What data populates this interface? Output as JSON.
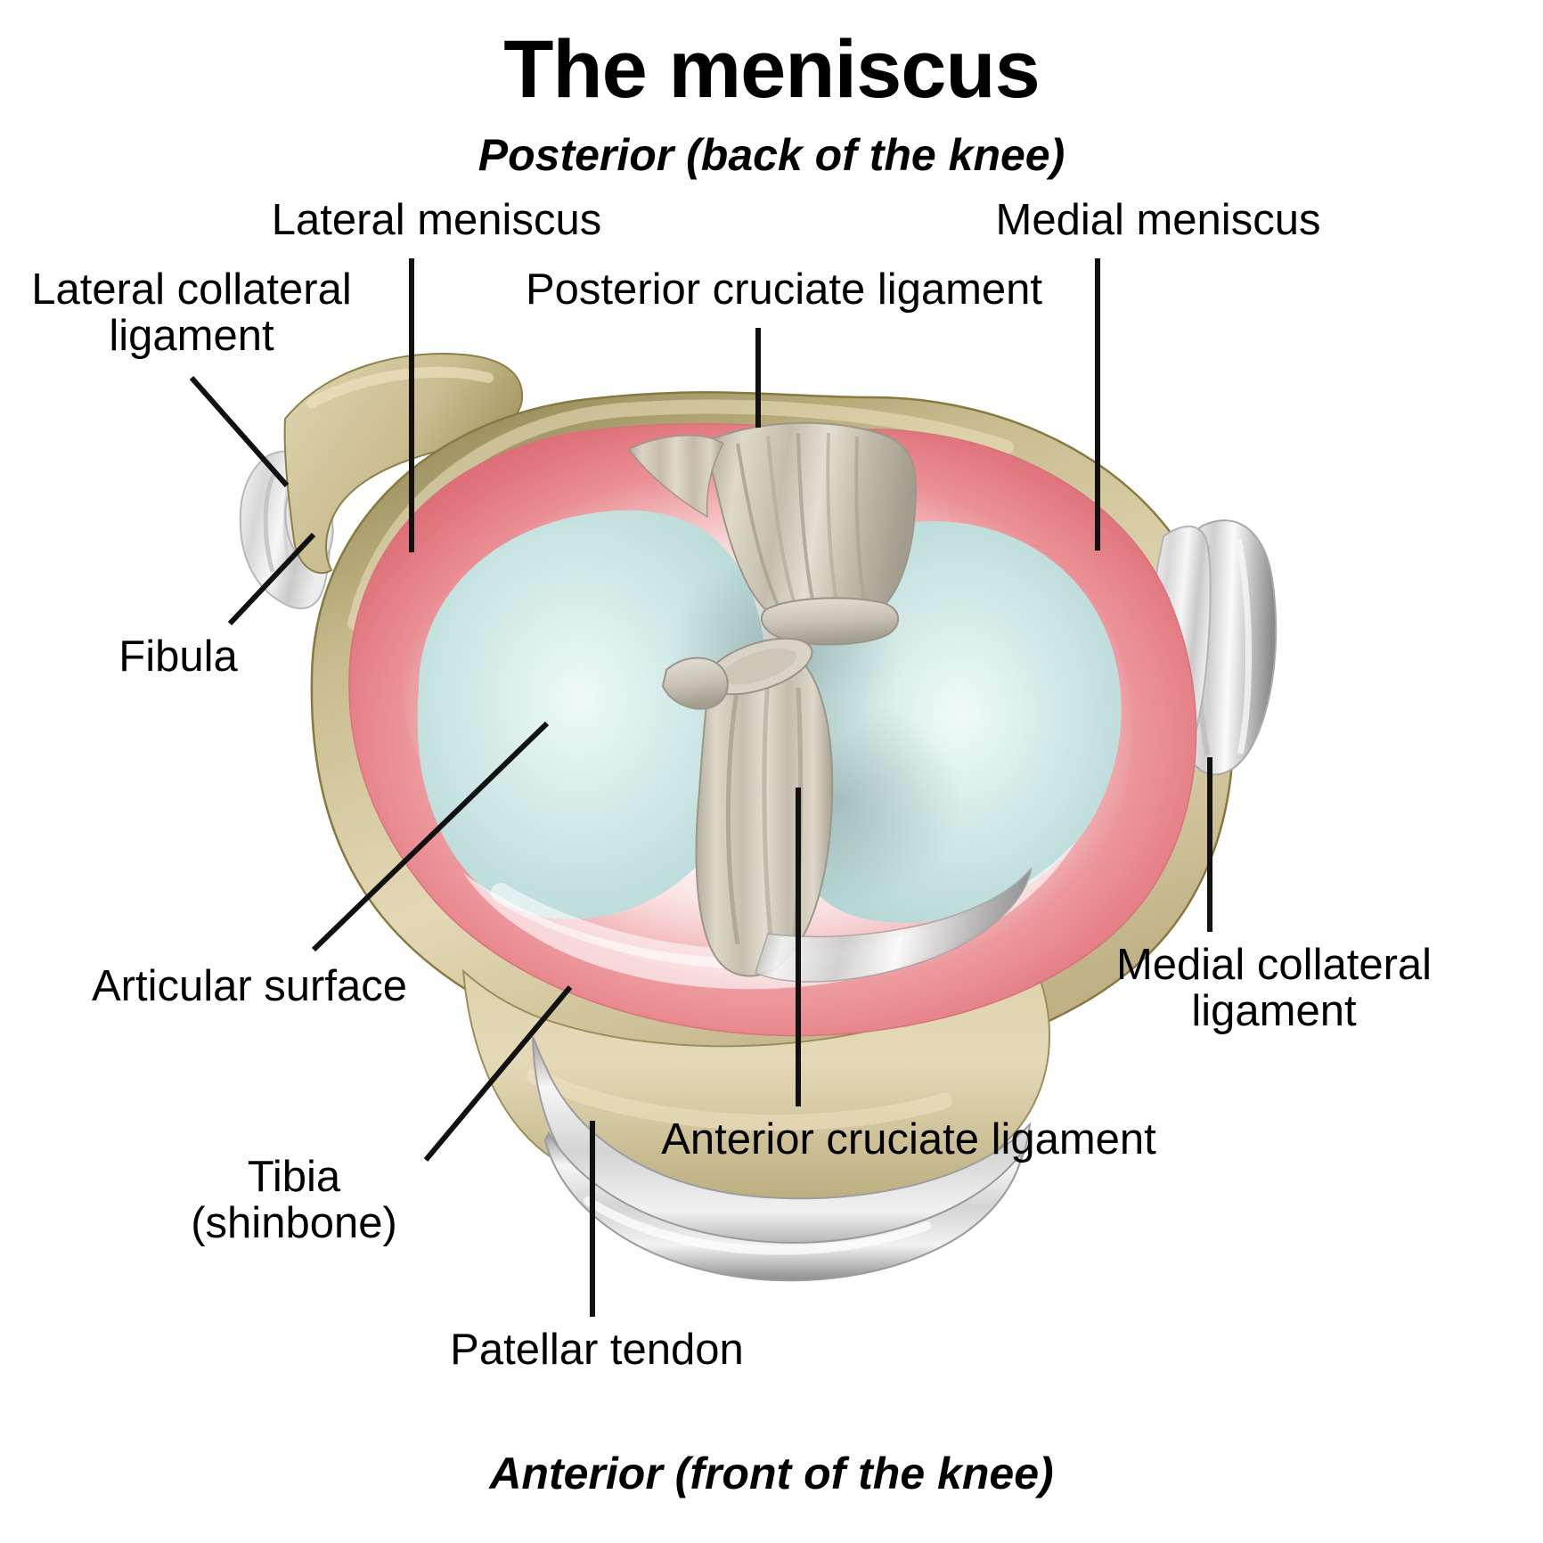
{
  "figure": {
    "title": "The meniscus",
    "orientation_top": "Posterior (back of the knee)",
    "orientation_bottom": "Anterior (front of the knee)",
    "view": "superior view of right tibial plateau"
  },
  "labels": {
    "lateral_meniscus": "Lateral meniscus",
    "medial_meniscus": "Medial meniscus",
    "posterior_cruciate_ligament": "Posterior cruciate ligament",
    "lateral_collateral_ligament": "Lateral collateral\nligament",
    "fibula": "Fibula",
    "articular_surface": "Articular surface",
    "medial_collateral_ligament": "Medial collateral\nligament",
    "tibia": "Tibia\n(shinbone)",
    "anterior_cruciate_ligament": "Anterior cruciate ligament",
    "patellar_tendon": "Patellar tendon"
  },
  "colors": {
    "background": "#ffffff",
    "text": "#000000",
    "leader_line": "#1a1a1a",
    "bone_tan": "#cfc296",
    "bone_tan_dark": "#8f8450",
    "bone_tan_light": "#e2d7b2",
    "meniscus_pink": "#efa0a3",
    "meniscus_pink_deep": "#e4797f",
    "meniscus_pink_pale": "#fbe3e3",
    "cartilage_blue": "#c3e0e0",
    "cartilage_blue_light": "#e9f6f5",
    "ligament_grey": "#cdc8ba",
    "ligament_grey_dark": "#a8a295",
    "tendon_silver": "#d9d9d9",
    "tendon_silver_dark": "#9b9b9b"
  },
  "chart_data": {
    "type": "diagram",
    "title": "The meniscus",
    "annotations": [
      {
        "name": "Lateral meniscus",
        "leader": "vertical",
        "target": "lateral (left) meniscus ring"
      },
      {
        "name": "Medial meniscus",
        "leader": "vertical",
        "target": "medial (right) meniscus ring"
      },
      {
        "name": "Posterior cruciate ligament",
        "leader": "vertical",
        "target": "PCL stump, posterior midline"
      },
      {
        "name": "Lateral collateral ligament",
        "leader": "diagonal",
        "target": "LCL at lateral tibial margin"
      },
      {
        "name": "Fibula",
        "leader": "diagonal",
        "target": "fibular head, lateral"
      },
      {
        "name": "Articular surface",
        "leader": "diagonal",
        "target": "lateral tibial articular cartilage"
      },
      {
        "name": "Medial collateral ligament",
        "leader": "vertical",
        "target": "MCL at medial tibial margin"
      },
      {
        "name": "Tibia (shinbone)",
        "leader": "diagonal",
        "target": "anterior tibial bone body"
      },
      {
        "name": "Anterior cruciate ligament",
        "leader": "vertical",
        "target": "ACL stump, anterior midline"
      },
      {
        "name": "Patellar tendon",
        "leader": "vertical",
        "target": "patellar tendon, anterior"
      }
    ]
  }
}
